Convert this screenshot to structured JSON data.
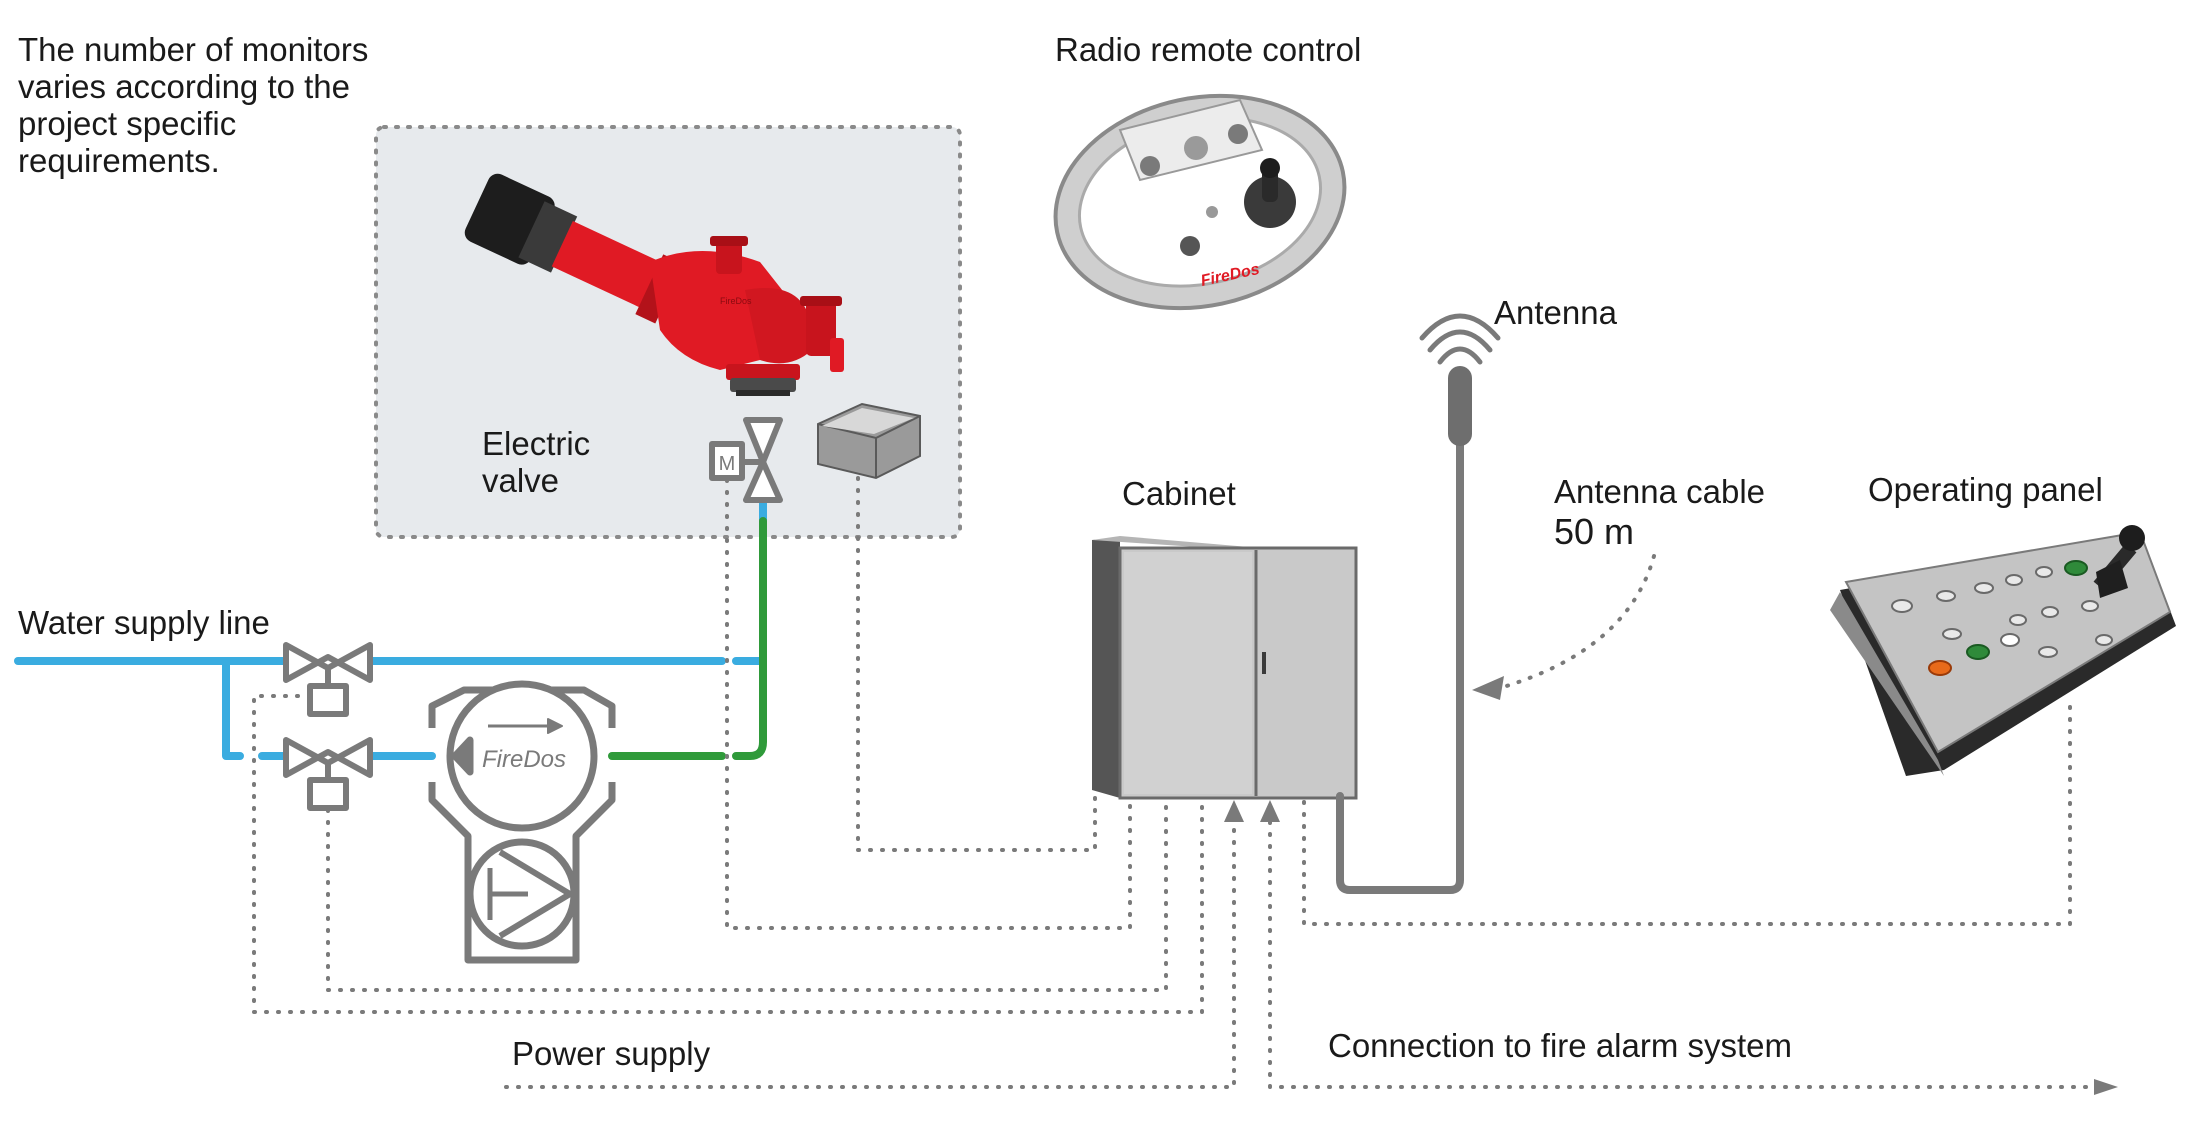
{
  "labels": {
    "monitors_note": [
      "The number of monitors",
      "varies according to the",
      "project specific",
      "requirements."
    ],
    "radio_remote": "Radio remote control",
    "antenna": "Antenna",
    "electric_valve": [
      "Electric",
      "valve"
    ],
    "cabinet": "Cabinet",
    "antenna_cable": [
      "Antenna cable",
      "50 m"
    ],
    "operating_panel": "Operating panel",
    "water_supply": "Water supply line",
    "power_supply": "Power supply",
    "fire_alarm": "Connection to fire alarm system"
  },
  "symbols": {
    "flowmeter_brand": "FireDos",
    "motor_letter": "M",
    "remote_brand": "FireDos"
  },
  "colors": {
    "water_line": "#3aace0",
    "green_line": "#2f9a3a",
    "equipment_gray": "#7a7a7a",
    "monitor_red": "#e01a24"
  }
}
